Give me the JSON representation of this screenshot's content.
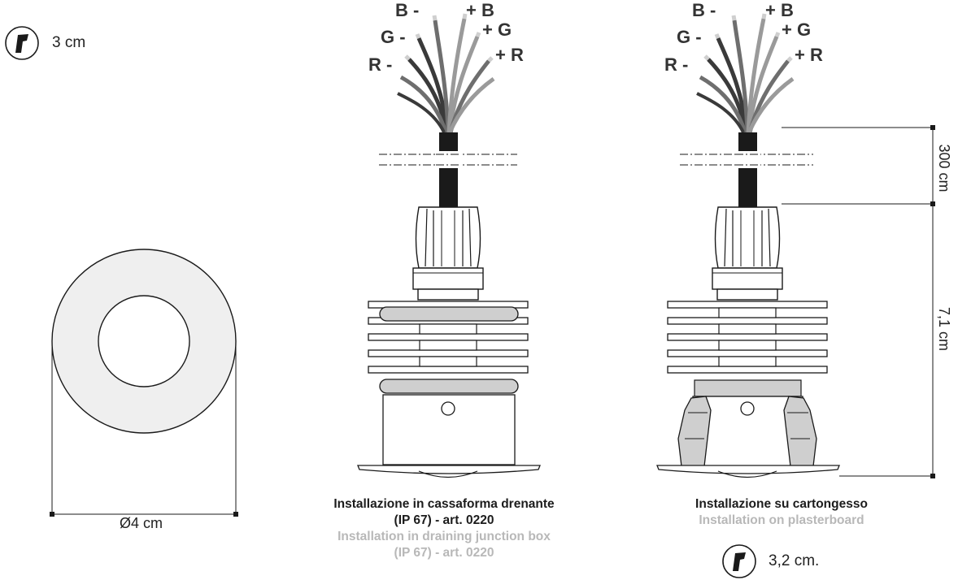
{
  "depth_left": {
    "label": "3 cm",
    "icon": "depth-marker-icon"
  },
  "depth_right": {
    "label": "3,2 cm.",
    "icon": "depth-marker-icon"
  },
  "diameter_label": "Ø4 cm",
  "cable_length_label": "300 cm",
  "height_label": "7,1 cm",
  "wire_labels": {
    "b_neg": "B -",
    "g_neg": "G -",
    "r_neg": "R -",
    "b_pos": "+ B",
    "g_pos": "+ G",
    "r_pos": "+ R"
  },
  "captions": {
    "left": {
      "it_line1": "Installazione in cassaforma drenante",
      "it_line2": "(IP 67) - art. 0220",
      "en_line1": "Installation in draining junction box",
      "en_line2": "(IP 67) - art. 0220"
    },
    "right": {
      "it_line1": "Installazione su cartongesso",
      "en_line1": "Installation on plasterboard"
    }
  },
  "colors": {
    "line": "#1a1a1a",
    "ring_fill": "#efefef",
    "gasket_fill": "#cfcfcf",
    "clip_fill": "#cfcfcf",
    "wire_dark": "#3a3a3a",
    "wire_mid": "#6e6e6e",
    "wire_light": "#9a9a9a",
    "caption_en": "#b8b8b8"
  }
}
